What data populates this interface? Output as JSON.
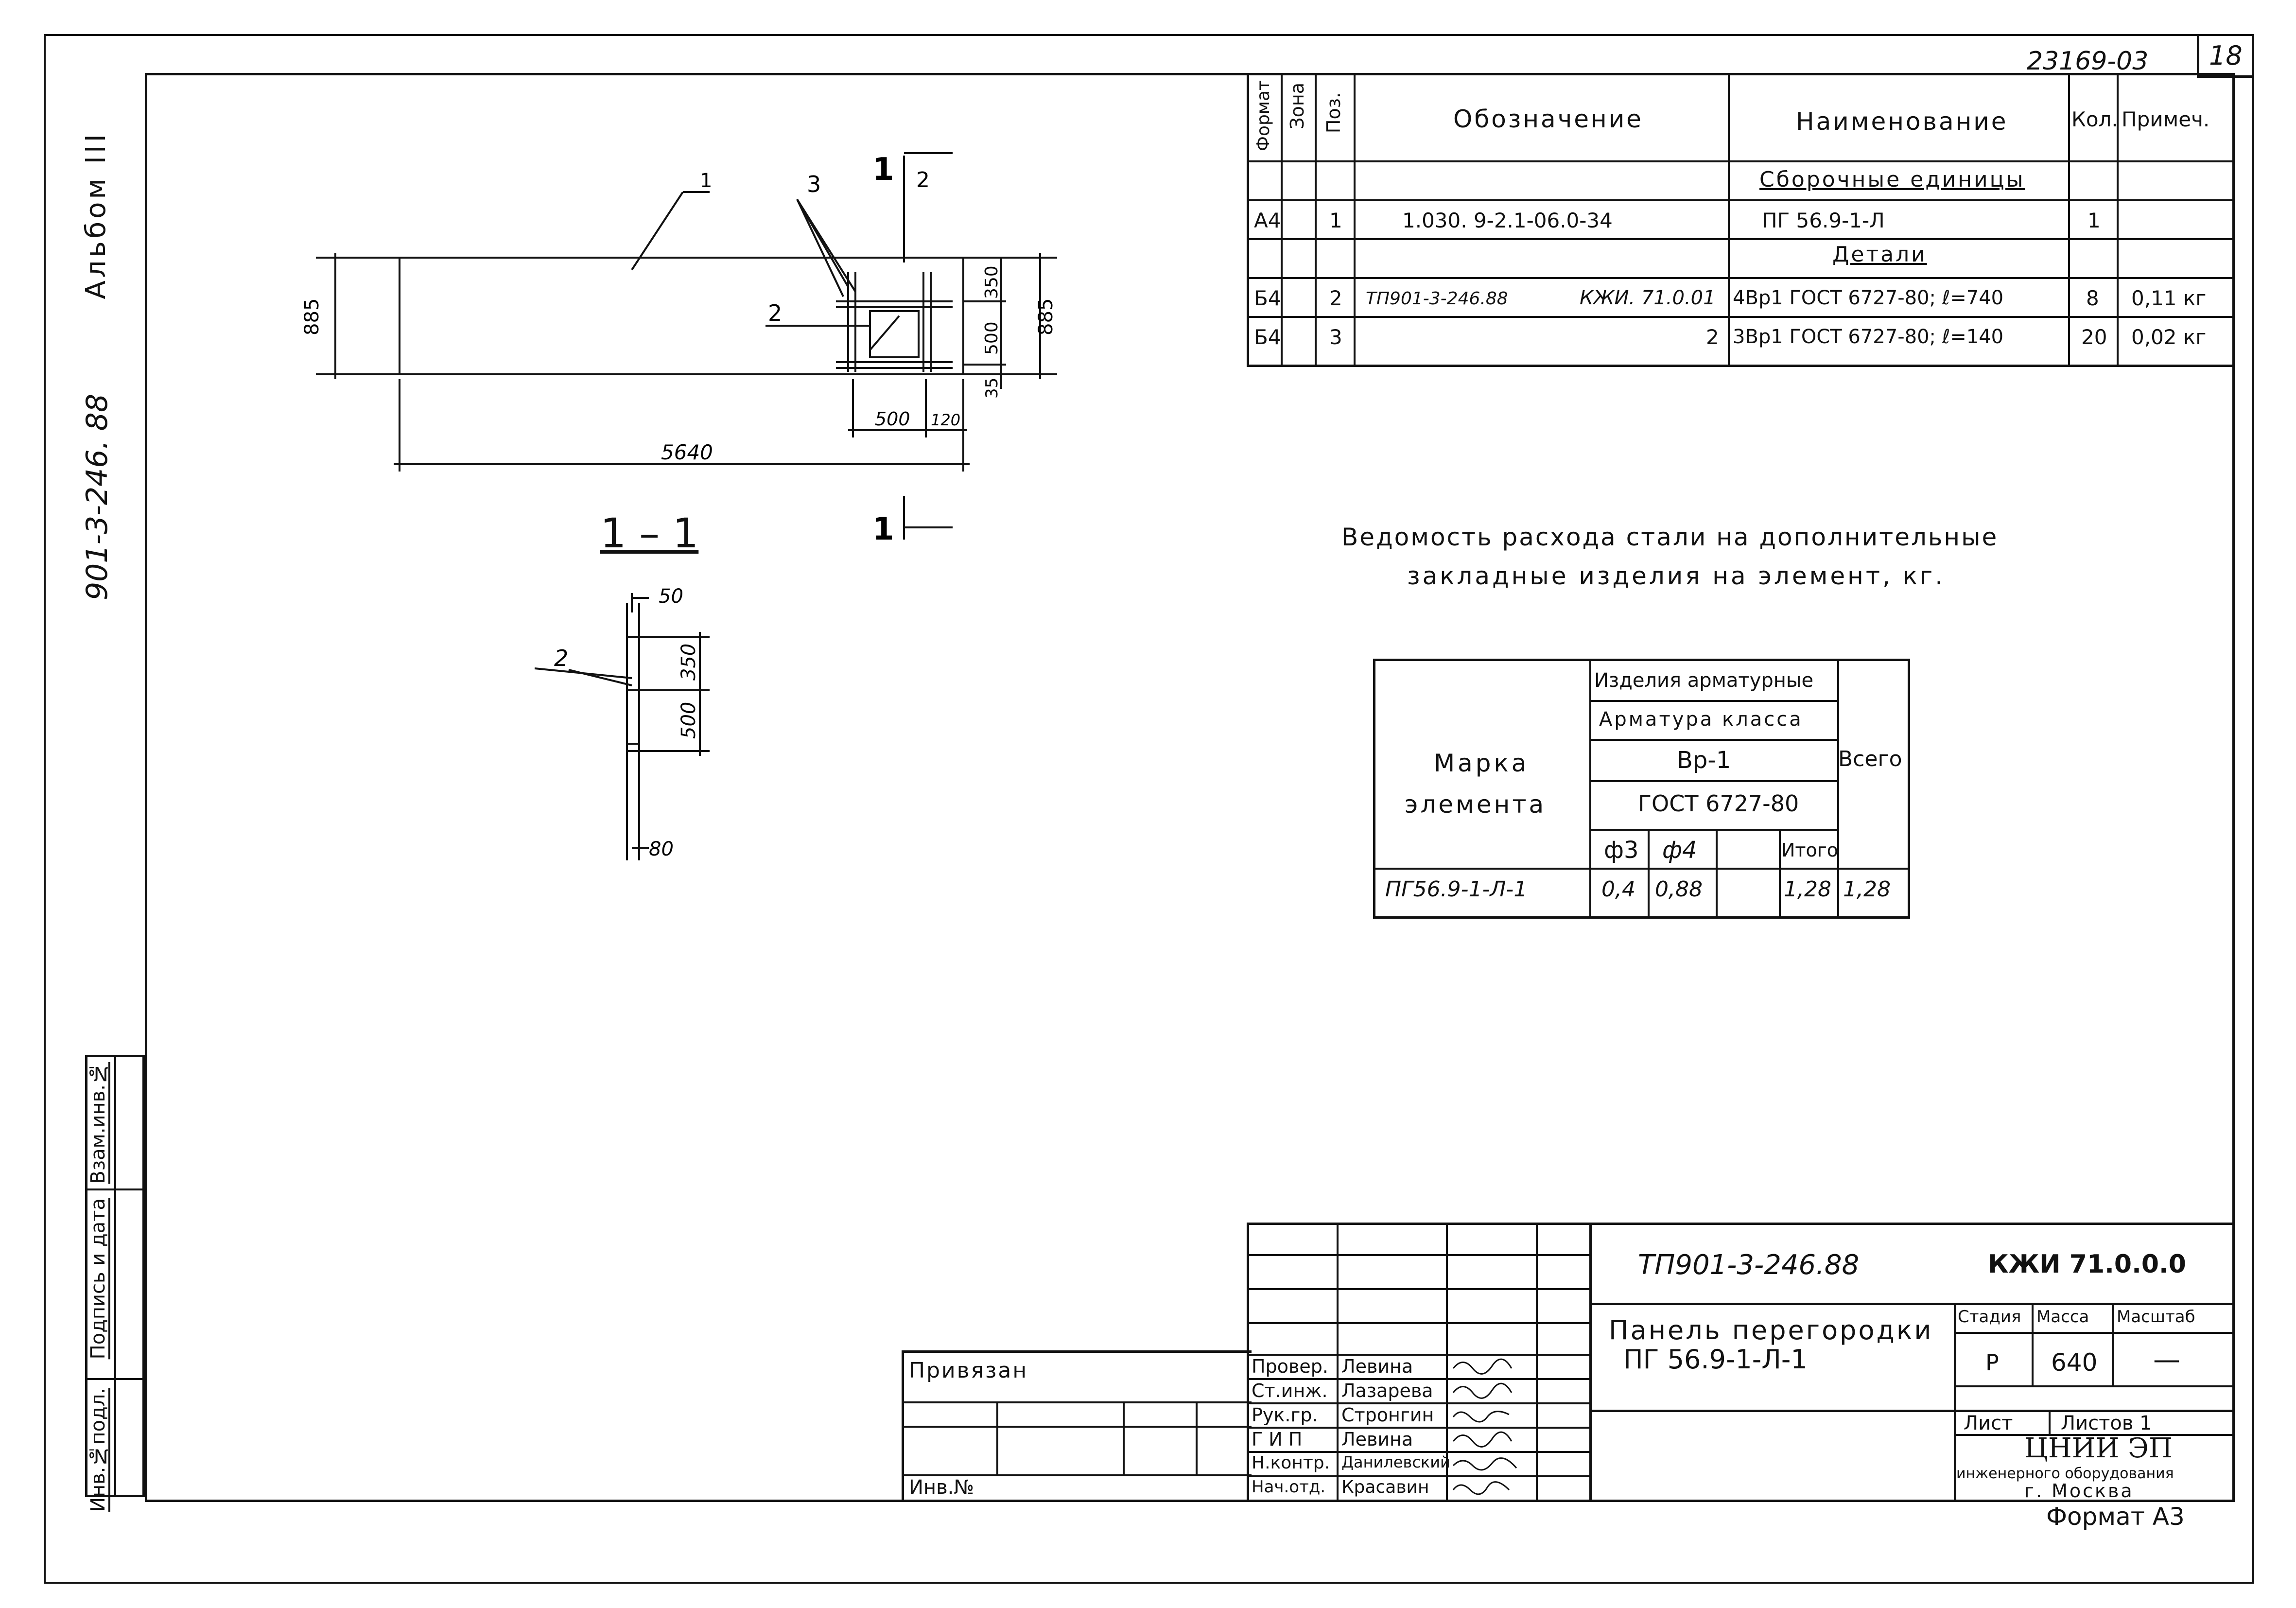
{
  "sheet": {
    "doc_number": "23169-03",
    "sheet_number": "18",
    "format_label": "Формат А3"
  },
  "side_margin": {
    "album": "Альбом III",
    "project": "901-3-246. 88",
    "stamp_cells": [
      "Инв.№подл.",
      "Подпись и дата",
      "Взам.инв.№"
    ]
  },
  "spec_table": {
    "headers": {
      "format": "Формат",
      "zone": "Зона",
      "pos": "Поз.",
      "designation": "Обозначение",
      "name": "Наименование",
      "qty": "Кол.",
      "note": "Примеч."
    },
    "section_assembly": "Сборочные единицы",
    "section_details": "Детали",
    "rows": [
      {
        "format": "А4",
        "pos": "1",
        "designation": "1.030. 9-2.1-06.0-34",
        "name": "ПГ 56.9-1-Л",
        "qty": "1",
        "note": ""
      },
      {
        "format": "Б4",
        "pos": "2",
        "designation": "ТП901-3-246.88",
        "designation2": "КЖИ. 71.0.01",
        "name": "4Вр1 ГОСТ 6727-80; ℓ=740",
        "qty": "8",
        "note": "0,11 кг"
      },
      {
        "format": "Б4",
        "pos": "3",
        "designation": "",
        "designation2": "2",
        "name": "3Вр1 ГОСТ 6727-80; ℓ=140",
        "qty": "20",
        "note": "0,02 кг"
      }
    ]
  },
  "drawing": {
    "leader_1": "1",
    "leader_2": "2",
    "leader_3": "3",
    "dim_885_left": "885",
    "dim_885_right": "885",
    "dim_350": "350",
    "dim_500": "500",
    "dim_35": "35",
    "dim_500_bottom": "500",
    "dim_120": "120",
    "dim_5640": "5640",
    "section_mark": "1",
    "section_mark_2": "2"
  },
  "section": {
    "title": "1 – 1",
    "dim_50": "50",
    "dim_350": "350",
    "dim_500": "500",
    "dim_80": "80",
    "leader_2": "2"
  },
  "statement": {
    "title_line1": "Ведомость расхода стали на дополнительные",
    "title_line2": "закладные изделия на элемент, кг.",
    "col_mark_1": "Марка",
    "col_mark_2": "элемента",
    "group1": "Изделия арматурные",
    "group2": "Арматура класса",
    "group3": "Вр-1",
    "group4": "ГОСТ 6727-80",
    "sub_phi3": "ф3",
    "sub_phi4": "ф4",
    "sub_total": "Итого",
    "col_all": "Всего",
    "row_mark": "ПГ56.9-1-Л-1",
    "row_phi3": "0,4",
    "row_phi4": "0,88",
    "row_total": "1,28",
    "row_all": "1,28"
  },
  "title_block": {
    "project_code": "ТП901-3-246.88",
    "doc_code": "КЖИ 71.0.0.0",
    "title_line1": "Панель перегородки",
    "title_line2": "ПГ 56.9-1-Л-1",
    "stage_label": "Стадия",
    "mass_label": "Масса",
    "scale_label": "Масштаб",
    "stage": "Р",
    "mass": "640",
    "scale": "—",
    "sheet_label": "Лист",
    "sheets_label": "Листов 1",
    "org_line1": "ЦНИИ ЭП",
    "org_line2": "инженерного оборудования",
    "org_line3": "г. Москва",
    "tied_label": "Привязан",
    "inv_label": "Инв.№",
    "roles": [
      {
        "role": "Провер.",
        "name": "Левина"
      },
      {
        "role": "Ст.инж.",
        "name": "Лазарева"
      },
      {
        "role": "Рук.гр.",
        "name": "Стронгин"
      },
      {
        "role": "Г И П",
        "name": "Левина"
      },
      {
        "role": "Н.контр.",
        "name": "Данилевский"
      },
      {
        "role": "Нач.отд.",
        "name": "Красавин"
      }
    ]
  }
}
